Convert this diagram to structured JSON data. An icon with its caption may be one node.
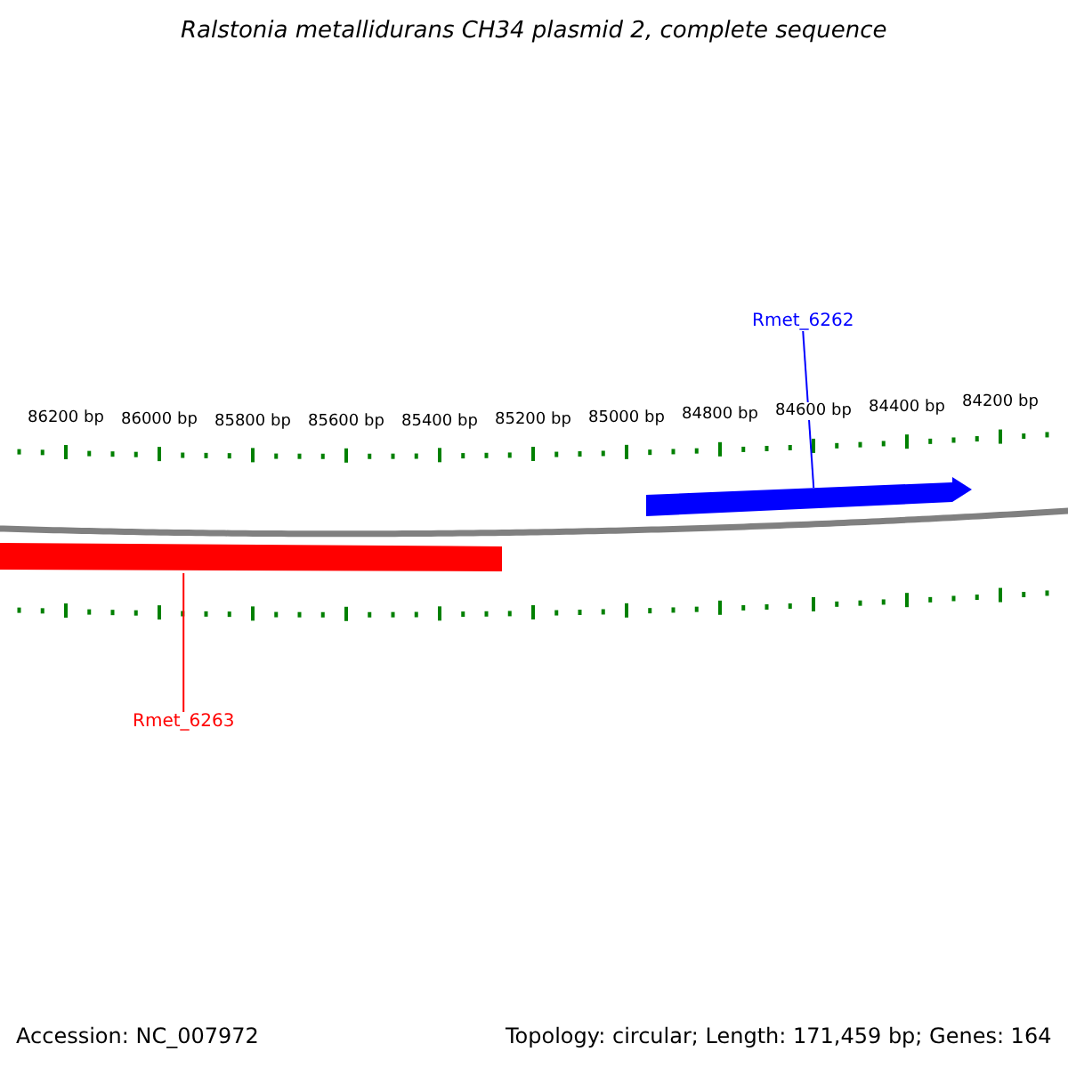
{
  "diagram": {
    "title": "Ralstonia metallidurans CH34 plasmid 2, complete sequence",
    "nodes": [
      {
        "text": [
          "Rmet_6262"
        ]
      },
      {
        "text": [],
        "shape": "bar"
      },
      {
        "text": [],
        "shape": "bar"
      },
      {
        "text": [
          "Rmet_6263"
        ]
      }
    ],
    "edges": [
      {
        "from": 0,
        "to": 1,
        "arrow": "none",
        "color": "#0000ff"
      },
      {
        "from": 3,
        "to": 2,
        "arrow": "none",
        "color": "#ff0000"
      }
    ],
    "labels": [
      "86200 bp",
      "86000 bp",
      "85800 bp",
      "85600 bp",
      "85400 bp",
      "85200 bp",
      "85000 bp",
      "84800 bp",
      "84600 bp",
      "84400 bp",
      "84200 bp",
      "Accession: NC_007972",
      "Topology: circular; Length: 171,459 bp; Genes: 164"
    ]
  }
}
